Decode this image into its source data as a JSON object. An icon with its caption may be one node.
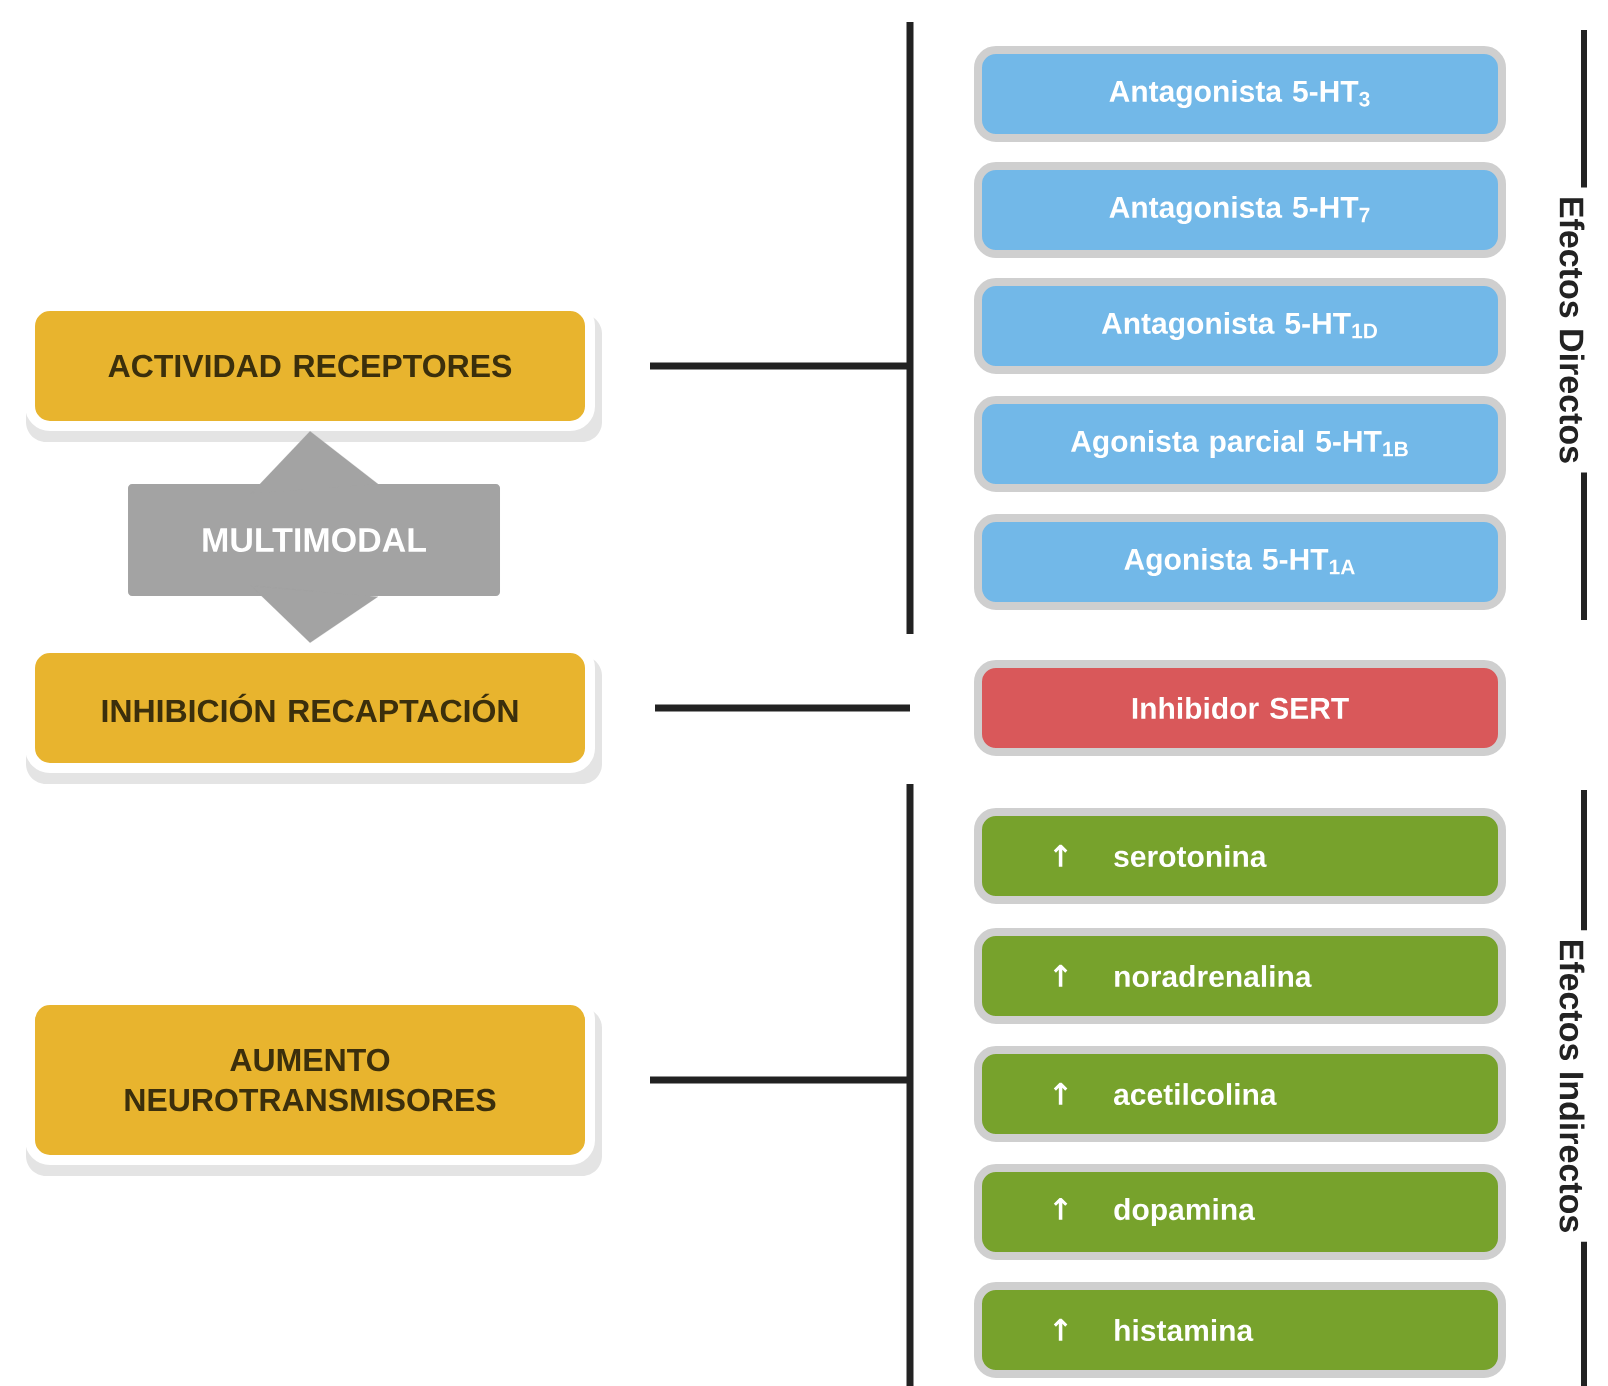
{
  "diagram": {
    "nodes": [
      {
        "text": [
          "ACTIVIDAD RECEPTORES"
        ]
      },
      {
        "text": [
          "MULTIMODAL"
        ]
      },
      {
        "text": [
          "INHIBICIÓN RECAPTACIÓN"
        ]
      },
      {
        "text": [
          "AUMENTO NEUROTRANSMISORES"
        ]
      },
      {
        "text": [
          "Antagonista 5-HT$_{3}$"
        ]
      },
      {
        "text": [
          "Antagonista 5-HT$_{7}$"
        ]
      },
      {
        "text": [
          "Antagonista 5-HT$_{1D}$"
        ]
      },
      {
        "text": [
          "Agonista parcial 5-HT$_{1B}$"
        ]
      },
      {
        "text": [
          "Agonista 5-HT$_{1A}$"
        ]
      },
      {
        "text": [
          "Inhibidor SERT"
        ]
      },
      {
        "text": [
          "↑",
          "serotonina"
        ]
      },
      {
        "text": [
          "↑",
          "noradrenalina"
        ]
      },
      {
        "text": [
          "↑",
          "acetilcolina"
        ]
      },
      {
        "text": [
          "↑",
          "dopamina"
        ]
      },
      {
        "text": [
          "↑",
          "histamina"
        ]
      }
    ],
    "edges": [
      {
        "from": 1,
        "to": 0,
        "arrow": "to",
        "color": "#a3a3a3"
      },
      {
        "from": 1,
        "to": 2,
        "arrow": "to",
        "color": "#a3a3a3"
      },
      {
        "from": 2,
        "to": 9,
        "arrow": "none",
        "color": "#222222"
      }
    ],
    "labels": [
      "Efectos Directos",
      "Efectos Indirectos"
    ]
  }
}
